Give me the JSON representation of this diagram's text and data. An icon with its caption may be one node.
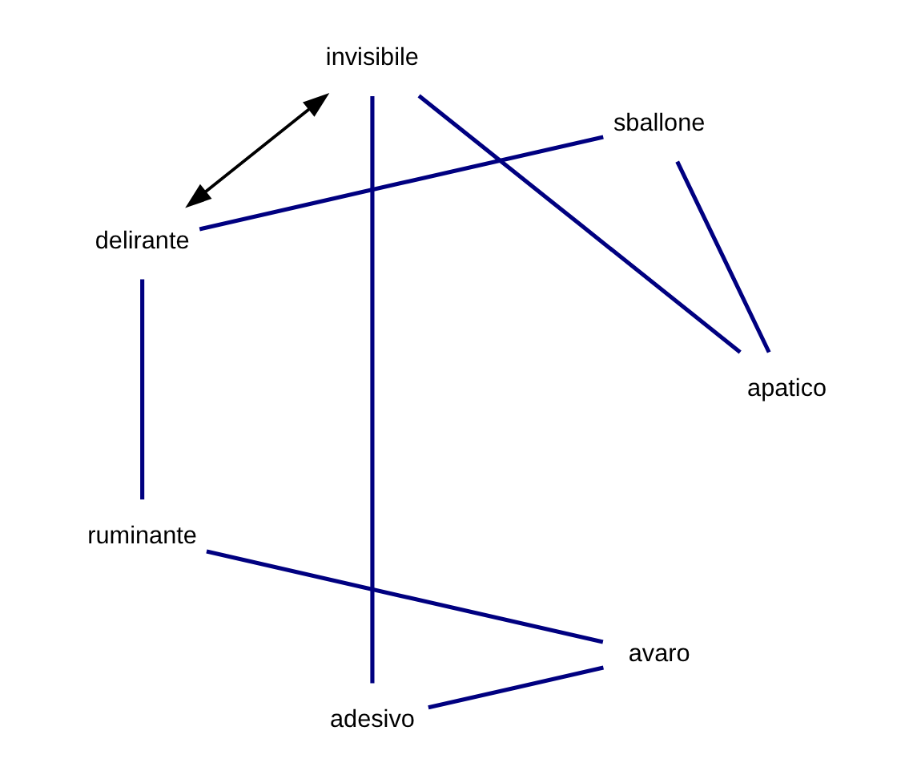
{
  "diagram": {
    "nodes": [
      {
        "text": [
          "avaro"
        ]
      },
      {
        "text": [
          "adesivo"
        ]
      },
      {
        "text": [
          "ruminante"
        ]
      },
      {
        "text": [
          "invisibile"
        ]
      },
      {
        "text": [
          "delirante"
        ]
      },
      {
        "text": [
          "apatico"
        ]
      },
      {
        "text": [
          "sballone"
        ]
      }
    ],
    "edges": [
      {
        "from": 0,
        "to": 2,
        "arrow": "none"
      },
      {
        "from": 2,
        "to": 4,
        "arrow": "none"
      },
      {
        "from": 4,
        "to": 6,
        "arrow": "none"
      },
      {
        "from": 6,
        "to": 5,
        "arrow": "none"
      },
      {
        "from": 5,
        "to": 3,
        "arrow": "none"
      },
      {
        "from": 3,
        "to": 1,
        "arrow": "none"
      },
      {
        "from": 1,
        "to": 0,
        "arrow": "none"
      },
      {
        "from": 3,
        "to": 4,
        "arrow": "both",
        "color": "#000000"
      }
    ]
  }
}
